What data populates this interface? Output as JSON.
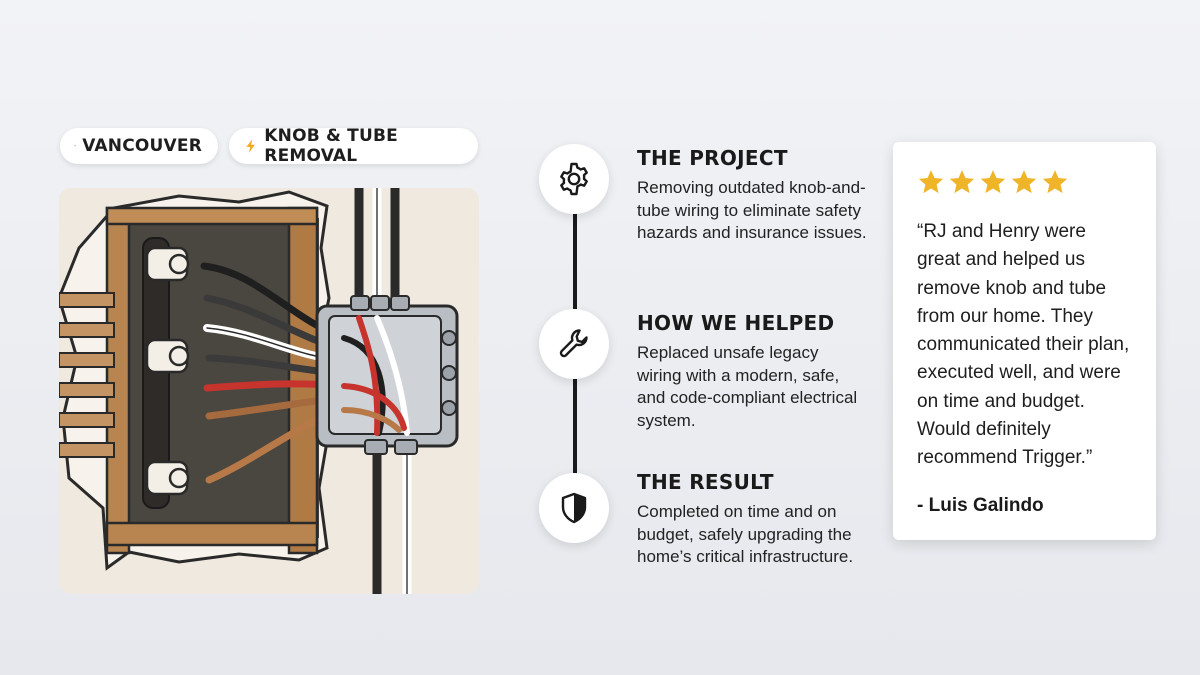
{
  "tags": {
    "city": {
      "label": "VANCOUVER",
      "icon": "location-pin-icon"
    },
    "service": {
      "label": "KNOB & TUBE REMOVAL",
      "icon": "lightning-bolt-icon"
    }
  },
  "steps": [
    {
      "icon": "gear-icon",
      "title": "THE PROJECT",
      "text": "Removing outdated knob-and-tube wiring to eliminate safety hazards and insurance issues."
    },
    {
      "icon": "wrench-icon",
      "title": "HOW WE HELPED",
      "text": "Replaced unsafe legacy wiring with a modern, safe, and code-compliant electrical system."
    },
    {
      "icon": "shield-icon",
      "title": "THE RESULT",
      "text": "Completed on time and on budget, safely upgrading the home’s critical infrastructure."
    }
  ],
  "review": {
    "rating": 5,
    "quote": "“RJ and Henry were great and helped us remove knob and tube from our home. They communicated their plan, executed well, and were on time and budget. Would definitely recommend Trigger.”",
    "author": "- Luis Galindo"
  },
  "colors": {
    "star": "#f0b429",
    "timeline": "#1a1a1a",
    "pin": "#e0443a",
    "bolt": "#f5a623"
  }
}
